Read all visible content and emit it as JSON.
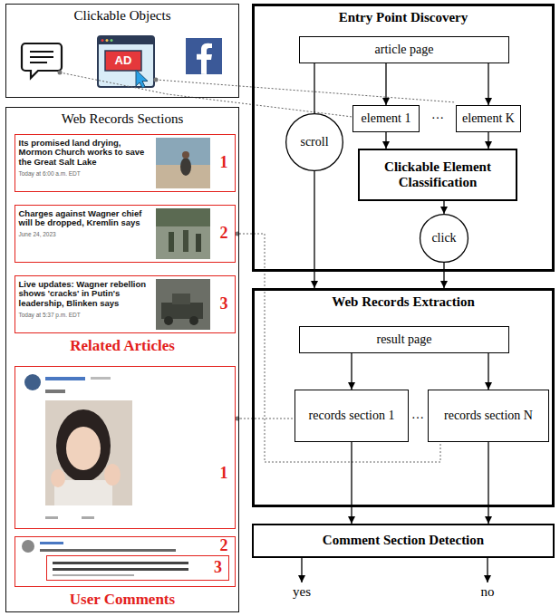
{
  "diagram": {
    "nodes": [
      {
        "text": [
          "Clickable Objects"
        ]
      },
      {
        "text": [
          "Web Records Sections"
        ]
      },
      {
        "text": [
          "Its promised land drying, Mormon Church works to save the Great Salt Lake",
          "Today at 6:00 a.m. EDT",
          "1"
        ],
        "in": 1
      },
      {
        "text": [
          "Charges against Wagner chief will be dropped, Kremlin says",
          "June 24, 2023",
          "2"
        ],
        "in": 1
      },
      {
        "text": [
          "Live updates: Wagner rebellion shows 'cracks' in Putin's leadership, Blinken says",
          "Today at 5:37 p.m. EDT",
          "3"
        ],
        "in": 1
      },
      {
        "text": [
          "1"
        ],
        "in": 1
      },
      {
        "text": [
          "2"
        ],
        "in": 1
      },
      {
        "text": [
          "3"
        ],
        "in": 6
      },
      {
        "text": [
          "Entry Point Discovery"
        ]
      },
      {
        "text": [
          "article page"
        ],
        "in": 8
      },
      {
        "text": [
          "element 1"
        ],
        "in": 8
      },
      {
        "text": [
          "element K"
        ],
        "in": 8
      },
      {
        "text": [
          "Clickable Element Classification"
        ],
        "in": 8
      },
      {
        "text": [
          "scroll"
        ],
        "in": 8
      },
      {
        "text": [
          "click"
        ],
        "in": 8
      },
      {
        "text": [
          "Web Records Extraction"
        ]
      },
      {
        "text": [
          "result page"
        ],
        "in": 15
      },
      {
        "text": [
          "records section 1"
        ],
        "in": 15
      },
      {
        "text": [
          "records section N"
        ],
        "in": 15
      },
      {
        "text": [
          "Comment Section Detection"
        ]
      }
    ],
    "edges": [
      {
        "from": 9,
        "to": 10,
        "arrow": "to"
      },
      {
        "from": 9,
        "to": 11,
        "arrow": "to"
      },
      {
        "from": 10,
        "to": 12,
        "arrow": "to"
      },
      {
        "from": 11,
        "to": 12,
        "arrow": "to"
      },
      {
        "from": 9,
        "to": 13,
        "arrow": "none"
      },
      {
        "from": 13,
        "to": 15,
        "arrow": "to"
      },
      {
        "from": 12,
        "to": 14,
        "arrow": "to"
      },
      {
        "from": 14,
        "to": 15,
        "arrow": "to"
      },
      {
        "from": 16,
        "to": 17,
        "arrow": "to"
      },
      {
        "from": 16,
        "to": 18,
        "arrow": "to"
      },
      {
        "from": 17,
        "to": 19,
        "arrow": "to"
      },
      {
        "from": 18,
        "to": 19,
        "arrow": "to"
      }
    ],
    "labels": [
      "AD",
      "Related Articles",
      "User Comments",
      "…",
      "…",
      "yes",
      "no"
    ]
  }
}
